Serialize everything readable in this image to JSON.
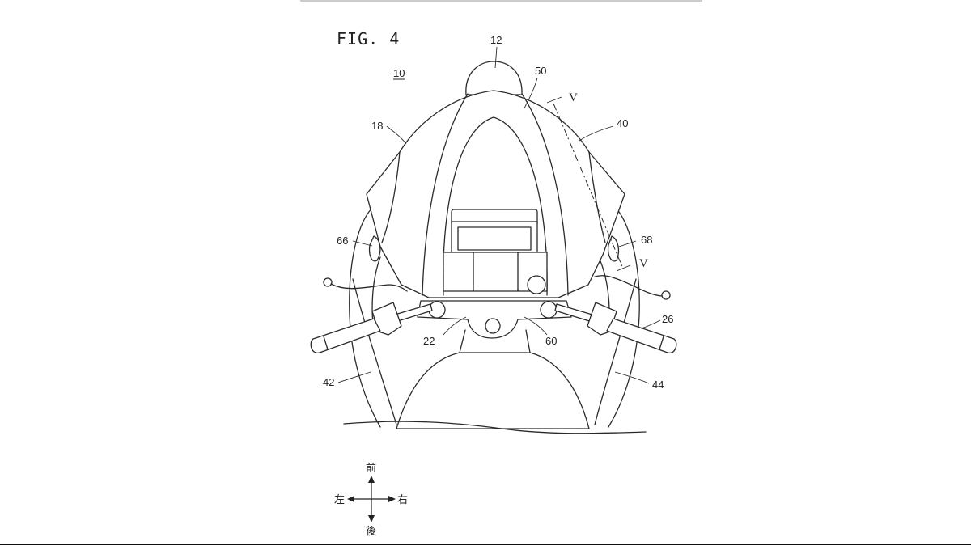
{
  "figure": {
    "title": "FIG. 4",
    "assembly_ref": "10",
    "section_mark": "V"
  },
  "labels": {
    "l12": "12",
    "l50": "50",
    "l18": "18",
    "l40": "40",
    "l66": "66",
    "l68": "68",
    "l22": "22",
    "l60": "60",
    "l26": "26",
    "l42": "42",
    "l44": "44"
  },
  "compass": {
    "front": "前",
    "rear": "後",
    "left": "左",
    "right": "右"
  }
}
